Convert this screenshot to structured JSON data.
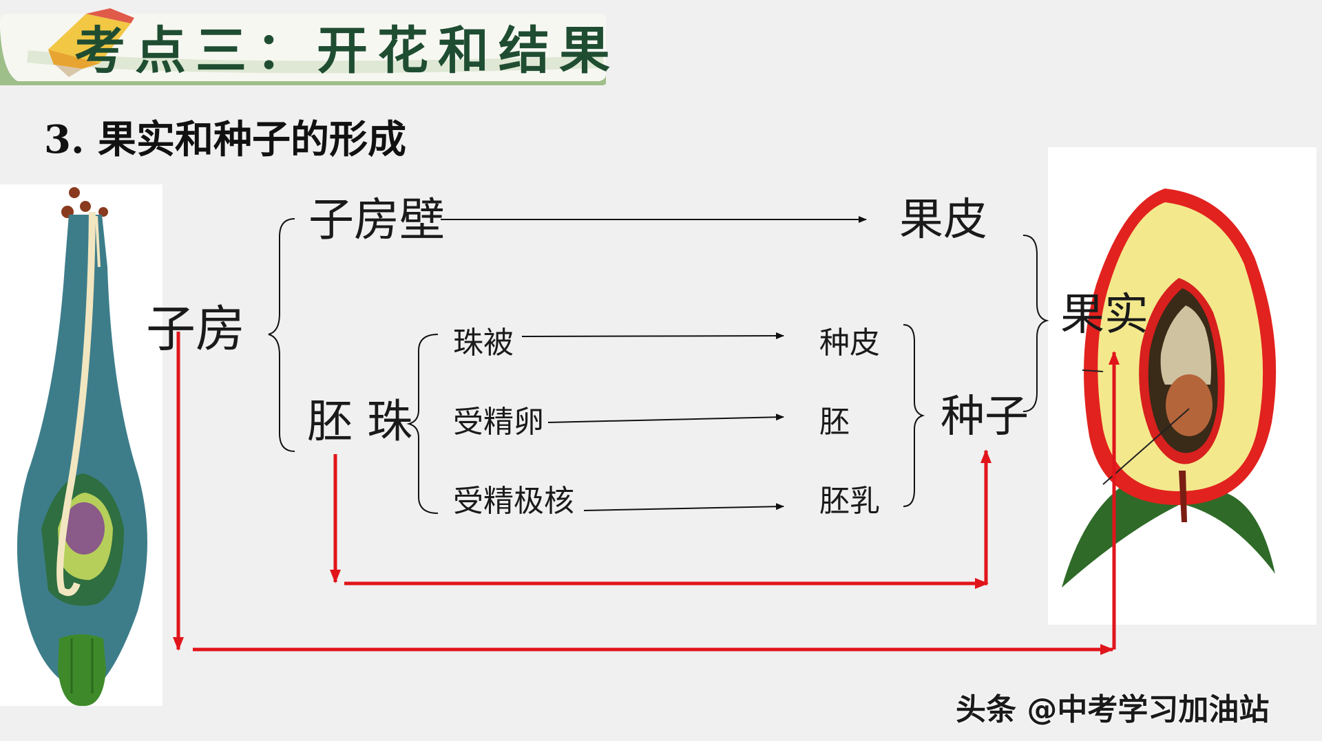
{
  "banner": {
    "title": "考点三：开花和结果"
  },
  "heading": "3. 果实和种子的形成",
  "labels": {
    "ovary": "子房",
    "ovary_wall": "子房壁",
    "pericarp": "果皮",
    "fruit": "果实",
    "ovule": "胚 珠",
    "integument": "珠被",
    "seed_coat": "种皮",
    "fertilized_egg": "受精卵",
    "embryo": "胚",
    "fertilized_polar_nuclei": "受精极核",
    "endosperm": "胚乳",
    "seed": "种子"
  },
  "watermark": "头条 @中考学习加油站",
  "colors": {
    "banner_text": "#1f4d32",
    "red_arrow": "#e0151b",
    "background": "#f0f0f0"
  }
}
